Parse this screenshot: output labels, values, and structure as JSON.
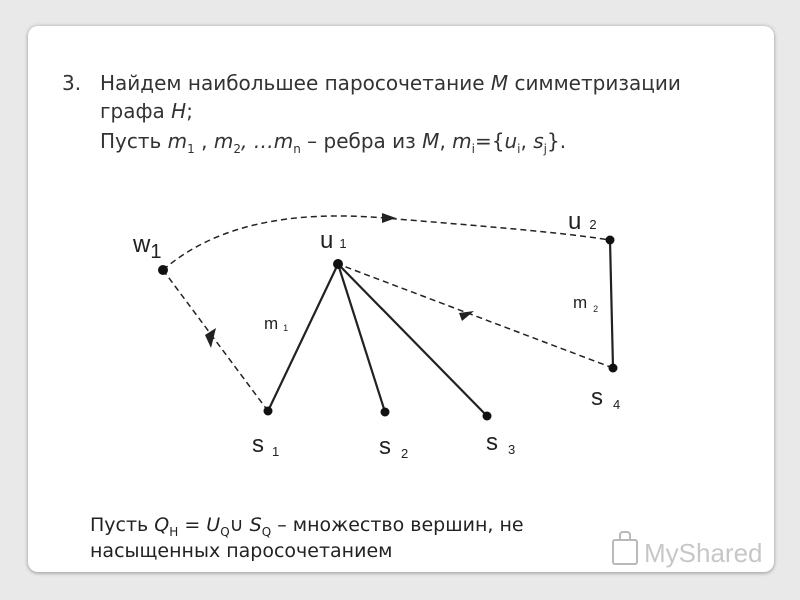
{
  "item": {
    "number": "3.",
    "line1": {
      "t1": "Найдем наибольшее паросочетание ",
      "M": "M",
      "t2": " симметризации"
    },
    "line2": {
      "t1": "графа ",
      "H": "H",
      "t2": ";"
    },
    "line3": {
      "t1": "Пусть ",
      "m1": "m",
      "s1": "1",
      "t2": " , ",
      "m2": "m",
      "s2": "2",
      "t3": ", …",
      "mn": "m",
      "sn": "n",
      "t4": " – ребра из ",
      "M": "M",
      "t5": ", ",
      "mi": "m",
      "si": "i",
      "t6": "={",
      "ui": "u",
      "sui": "i",
      "t7": ", ",
      "sj": "s",
      "ssj": "j",
      "t8": "}."
    }
  },
  "graph": {
    "vertices": {
      "w1": {
        "name": "w",
        "index": "1"
      },
      "u1": {
        "name": "u",
        "index": "1"
      },
      "u2": {
        "name": "u",
        "index": "2"
      },
      "s1": {
        "name": "s",
        "index": "1"
      },
      "s2": {
        "name": "s",
        "index": "2"
      },
      "s3": {
        "name": "s",
        "index": "3"
      },
      "s4": {
        "name": "s",
        "index": "4"
      }
    },
    "edges": {
      "m1": {
        "name": "m",
        "index": "1"
      },
      "m2": {
        "name": "m",
        "index": "2"
      }
    }
  },
  "note": {
    "t1": "Пусть ",
    "Q": "Q",
    "qh": "H",
    "t2": " = ",
    "U": "U",
    "uq": "Q",
    "t3": "∪",
    "S": "S",
    "sq": "Q",
    "t4": " – множество вершин, не",
    "line2": "насыщенных паросочетанием"
  },
  "watermark": {
    "text": "MyShared"
  }
}
